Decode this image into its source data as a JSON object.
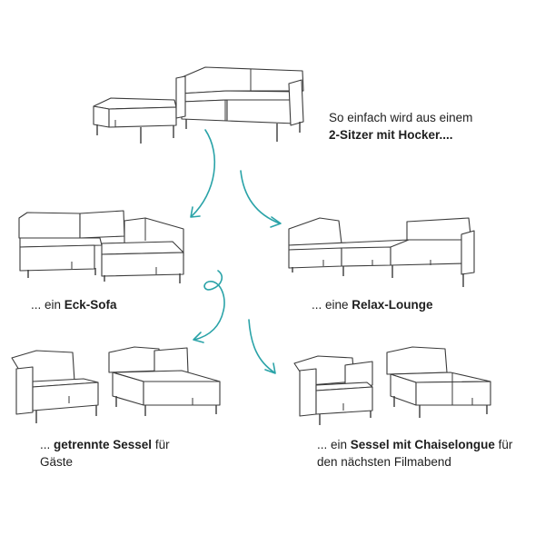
{
  "colors": {
    "arrow": "#2aa3a8",
    "line": "#3a3a3a",
    "text": "#1e1e1e"
  },
  "captions": {
    "intro": {
      "line1": "So einfach wird aus einem",
      "line2_bold": "2-Sitzer mit Hocker...."
    },
    "eck": {
      "prefix": "... ein ",
      "bold": "Eck-Sofa"
    },
    "relax": {
      "prefix": "... eine ",
      "bold": "Relax-Lounge"
    },
    "sessel": {
      "prefix": "... ",
      "bold": "getrennte Sessel",
      "suffix": " für",
      "line2": "Gäste"
    },
    "chaise": {
      "prefix": "... ein ",
      "bold": "Sessel mit Chaiselongue",
      "suffix": " für",
      "line2": "den nächsten Filmabend"
    }
  }
}
